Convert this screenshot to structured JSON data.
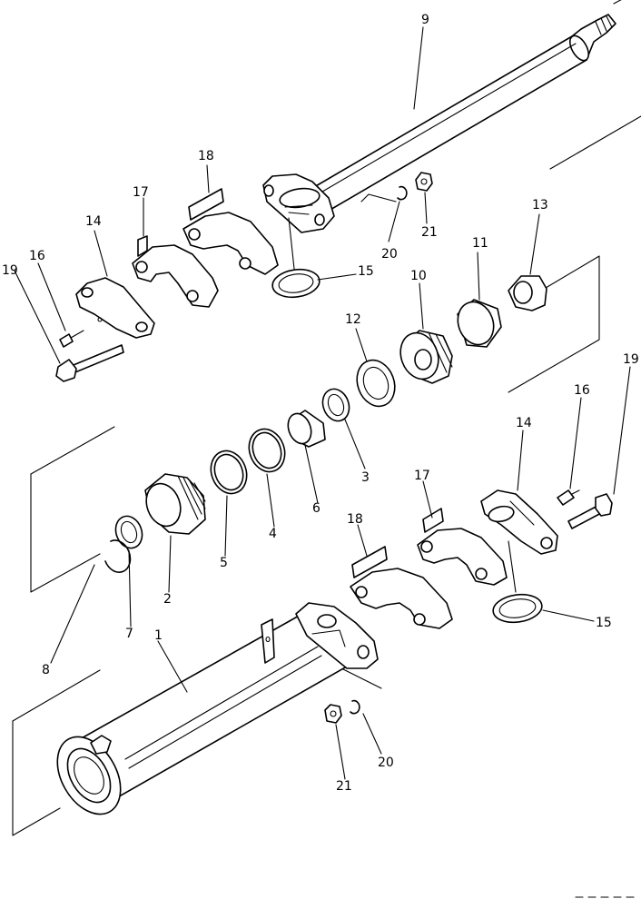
{
  "diagram": {
    "labels": {
      "l1": "1",
      "l2": "2",
      "l3": "3",
      "l4": "4",
      "l5": "5",
      "l6": "6",
      "l7": "7",
      "l8": "8",
      "l9": "9",
      "l10": "10",
      "l11": "11",
      "l12": "12",
      "l13": "13",
      "l14a": "14",
      "l14b": "14",
      "l15a": "15",
      "l15b": "15",
      "l16a": "16",
      "l16b": "16",
      "l17a": "17",
      "l17b": "17",
      "l18a": "18",
      "l18b": "18",
      "l19a": "19",
      "l19b": "19",
      "l20a": "20",
      "l20b": "20",
      "l21a": "21",
      "l21b": "21"
    }
  }
}
